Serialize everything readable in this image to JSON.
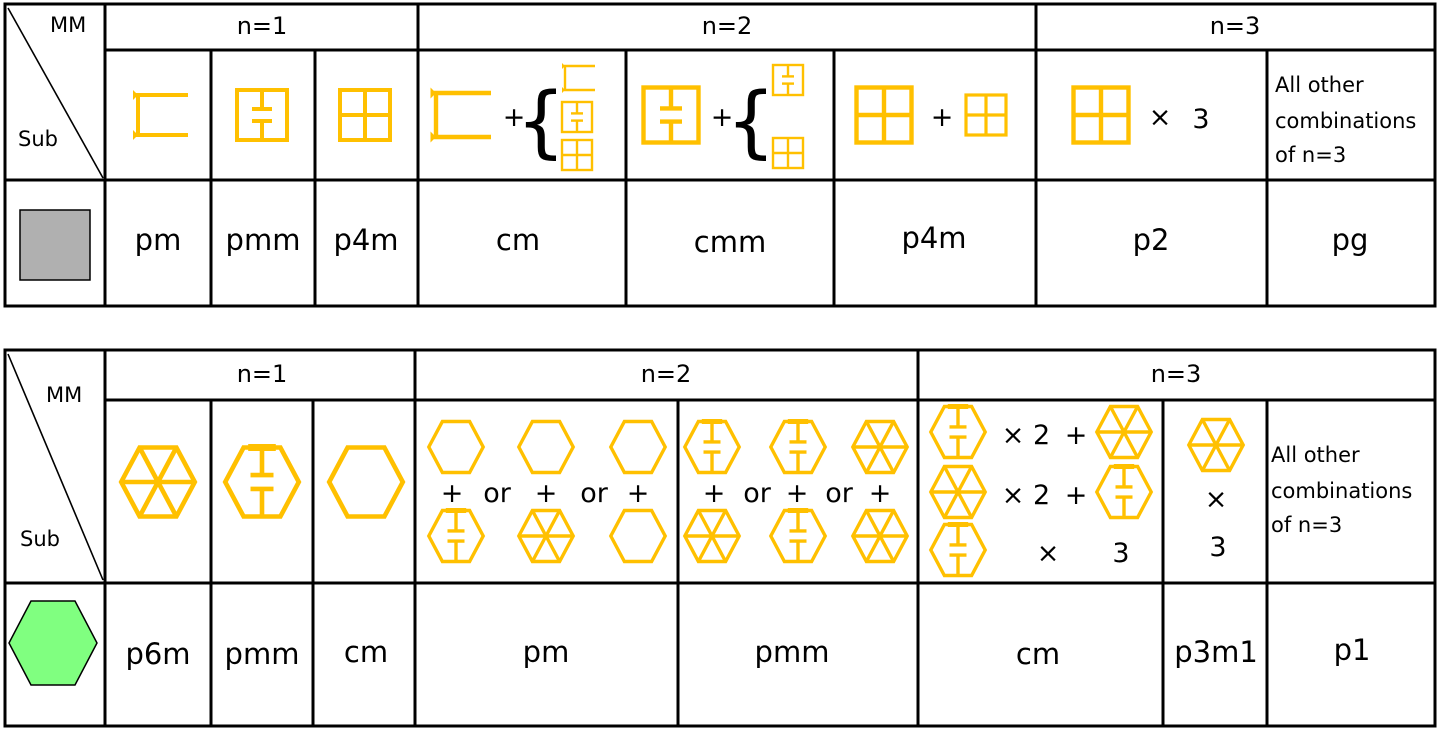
{
  "colors": {
    "metamaterial": "#FFC000",
    "square_substrate": "#b0b0b0",
    "hex_substrate": "#80ff80",
    "border": "#000000"
  },
  "square_table": {
    "corner": {
      "top_label": "MM",
      "bottom_label": "Sub"
    },
    "groups": [
      "n=1",
      "n=2",
      "n=3"
    ],
    "operators": {
      "plus": "+",
      "brace": "{",
      "times": "×",
      "three": "3"
    },
    "other_label": [
      "All other",
      "combinations",
      "of n=3"
    ],
    "symmetries": [
      "pm",
      "pmm",
      "p4m",
      "cm",
      "cmm",
      "p4m",
      "p2",
      "pg"
    ]
  },
  "hex_table": {
    "corner": {
      "top_label": "MM",
      "bottom_label": "Sub"
    },
    "groups": [
      "n=1",
      "n=2",
      "n=3"
    ],
    "operators": {
      "plus": "+",
      "or": "or",
      "times2": "× 2",
      "times": "×",
      "three": "3"
    },
    "other_label": [
      "All other",
      "combinations",
      "of n=3"
    ],
    "symmetries": [
      "p6m",
      "pmm",
      "cm",
      "pm",
      "pmm",
      "cm",
      "p3m1",
      "p1"
    ]
  }
}
